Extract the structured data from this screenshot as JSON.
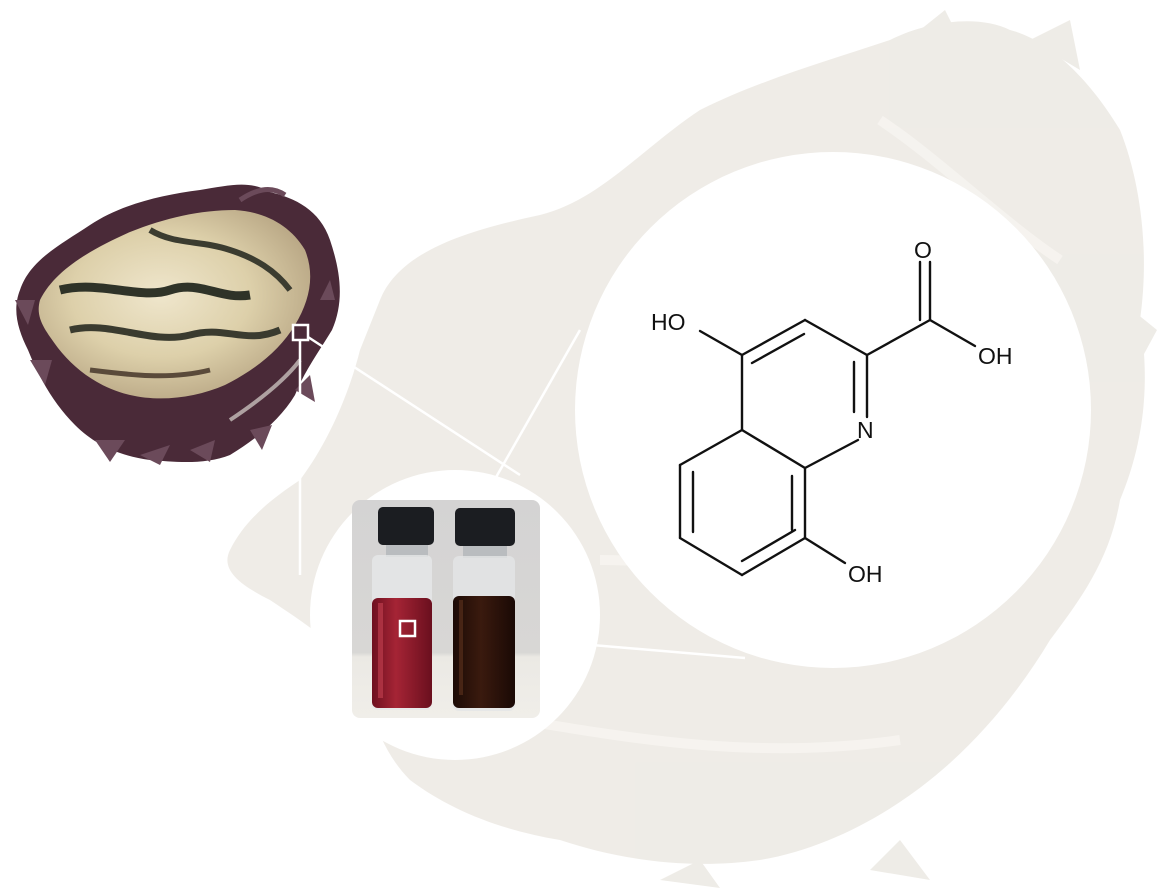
{
  "figure": {
    "colors": {
      "background": "#ffffff",
      "ghost_shell": "#ece9e3",
      "shell_cream": "#e7dcc0",
      "shell_dark": "#3b2430",
      "shell_purple": "#6b4a5a",
      "shell_green_dark": "#2f3328",
      "callout_line": "#ffffff",
      "vial_red_liquid": "#8e1b2c",
      "vial_dark_liquid": "#2a130c",
      "vial_cap": "#1b1d21",
      "photo_background": "#d9d8d6",
      "bond_color": "#111111"
    },
    "molecule": {
      "atoms": {
        "carbonyl_oxygen": "O",
        "hydroxyl_acid": "OH",
        "hydroxyl_4": "HO",
        "hydroxyl_8": "OH",
        "ring_nitrogen": "N"
      }
    },
    "icons": {
      "oyster_shell": "oyster-shell-icon",
      "vials": "vial-icon"
    }
  }
}
